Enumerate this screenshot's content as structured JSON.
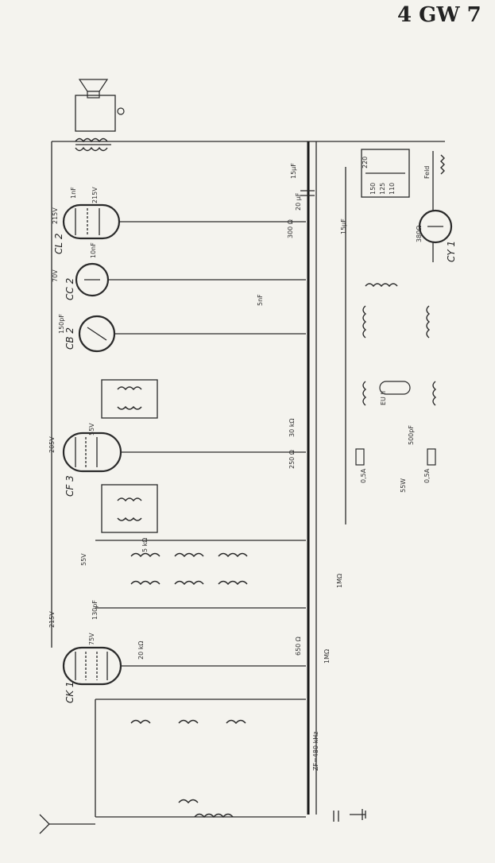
{
  "title": "4 GW 7",
  "tubes": [
    {
      "id": "cl2",
      "label": "CL 2",
      "voltages": [
        "215V",
        "215V"
      ]
    },
    {
      "id": "cc2",
      "label": "CC 2",
      "voltages": [
        "70V"
      ]
    },
    {
      "id": "cb2",
      "label": "CB 2",
      "voltages": []
    },
    {
      "id": "cf3",
      "label": "CF 3",
      "voltages": [
        "205V",
        "55V"
      ]
    },
    {
      "id": "ck1",
      "label": "CK 1",
      "voltages": [
        "215V",
        "75V"
      ]
    },
    {
      "id": "cy1",
      "label": "CY 1",
      "voltages": []
    }
  ],
  "labels": {
    "voltage_55v_mid": "55V",
    "frequency_note": "ZF=480 kHz",
    "mains_label": "55W",
    "fuse_left": "0,5A",
    "fuse_right": "0,5A",
    "eu_label": "EU II",
    "cap_15uf": "15μF",
    "cap_15uf_b": "15μF",
    "cap_500pf": "500pF",
    "res_380": "380Ω",
    "res_1mohm": "1MΩ",
    "res_1mohm_b": "1MΩ",
    "cap_1nf": "1nF",
    "cap_10nf": "10nF",
    "cap_5nf": "5nF",
    "cap_150pf": "150pF",
    "res_20k": "20 kΩ",
    "res_30k": "30 kΩ",
    "res_5k": "5 kΩ",
    "res_650": "650 Ω",
    "res_250": "250 Ω",
    "cap_20uf": "20 μF",
    "res_300": "300 Ω",
    "volt_220": "220",
    "volt_150": "150",
    "volt_125": "125",
    "volt_110": "110",
    "volt_feld": "Feld",
    "cap_130pf": "130pF"
  },
  "colors": {
    "ink": "#2a2a2a",
    "paper": "#f4f3ee"
  }
}
